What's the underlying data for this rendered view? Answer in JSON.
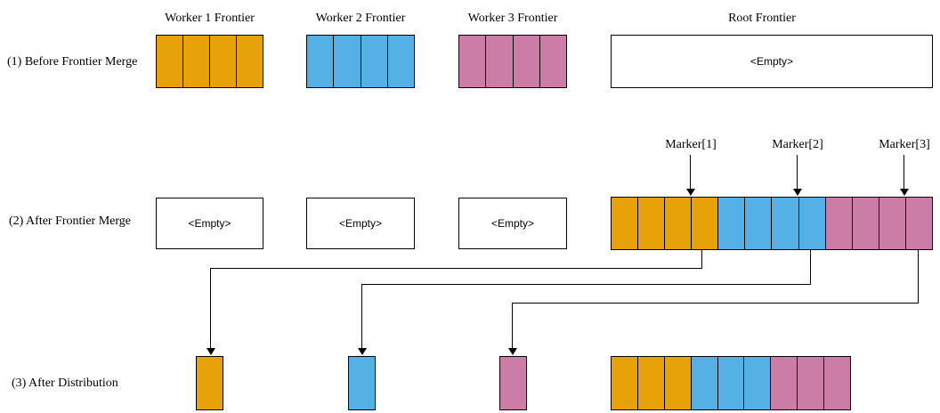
{
  "labels": {
    "row1": "(1) Before Frontier Merge",
    "row2": "(2) After Frontier Merge",
    "row3": "(3) After Distribution"
  },
  "titles": {
    "worker1": "Worker 1 Frontier",
    "worker2": "Worker 2 Frontier",
    "worker3": "Worker 3 Frontier",
    "root": "Root Frontier"
  },
  "empty_label": "<Empty>",
  "markers": {
    "marker1": "Marker[1]",
    "marker2": "Marker[2]",
    "marker3": "Marker[3]"
  },
  "colors": {
    "worker1": "#E6A208",
    "worker2": "#55B1E5",
    "worker3": "#CB7CA7",
    "stroke": "#000000",
    "background": "#FFFFFF"
  },
  "bars": {
    "worker1_before": [
      "worker1",
      "worker1",
      "worker1",
      "worker1"
    ],
    "worker2_before": [
      "worker2",
      "worker2",
      "worker2",
      "worker2"
    ],
    "worker3_before": [
      "worker3",
      "worker3",
      "worker3",
      "worker3"
    ],
    "root_merged": [
      "worker1",
      "worker1",
      "worker1",
      "worker1",
      "worker2",
      "worker2",
      "worker2",
      "worker2",
      "worker3",
      "worker3",
      "worker3",
      "worker3"
    ],
    "worker1_after": [
      "worker1"
    ],
    "worker2_after": [
      "worker2"
    ],
    "worker3_after": [
      "worker3"
    ],
    "root_after": [
      "worker1",
      "worker1",
      "worker1",
      "worker2",
      "worker2",
      "worker2",
      "worker3",
      "worker3",
      "worker3"
    ]
  }
}
